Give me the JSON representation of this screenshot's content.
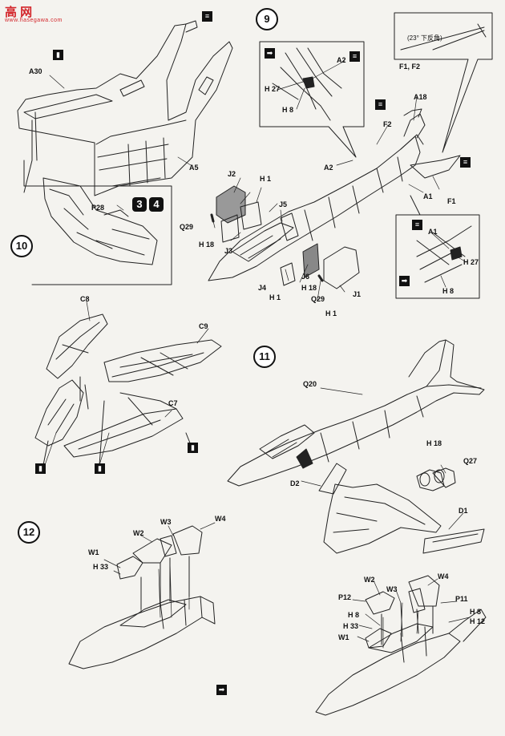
{
  "watermark": {
    "site": "高 网",
    "url": "www.hasegawa.com"
  },
  "steps": {
    "s9": "9",
    "s10": "10",
    "s11": "11",
    "s12": "12"
  },
  "badges": {
    "b3": "3",
    "b4": "4"
  },
  "labels": {
    "A30": "A30",
    "A5": "A5",
    "P28": "P28",
    "A2a": "A2",
    "H27a": "H 27",
    "H8a": "H 8",
    "A18": "A18",
    "F2": "F2",
    "A2b": "A2",
    "A1a": "A1",
    "F1": "F1",
    "F1F2": "F1, F2",
    "angle": "(23° 下反角)",
    "A1b": "A1",
    "H27b": "H 27",
    "H8b": "H 8",
    "J2": "J2",
    "H1a": "H 1",
    "J5": "J5",
    "Q29a": "Q29",
    "H18a": "H 18",
    "J3": "J3",
    "J6": "J6",
    "H18b": "H 18",
    "J4": "J4",
    "H1b": "H 1",
    "Q29b": "Q29",
    "J1": "J1",
    "H1c": "H 1",
    "C8": "C8",
    "C9": "C9",
    "C7": "C7",
    "Q20": "Q20",
    "H18c": "H 18",
    "Q27": "Q27",
    "D2": "D2",
    "D1": "D1",
    "W2a": "W2",
    "W3a": "W3",
    "W4a": "W4",
    "W1a": "W1",
    "H33a": "H 33",
    "W2b": "W2",
    "W4b": "W4",
    "P12": "P12",
    "W3b": "W3",
    "P11": "P11",
    "H8c": "H 8",
    "H8d": "H 8",
    "H33b": "H 33",
    "H12": "H 12",
    "W1b": "W1"
  }
}
